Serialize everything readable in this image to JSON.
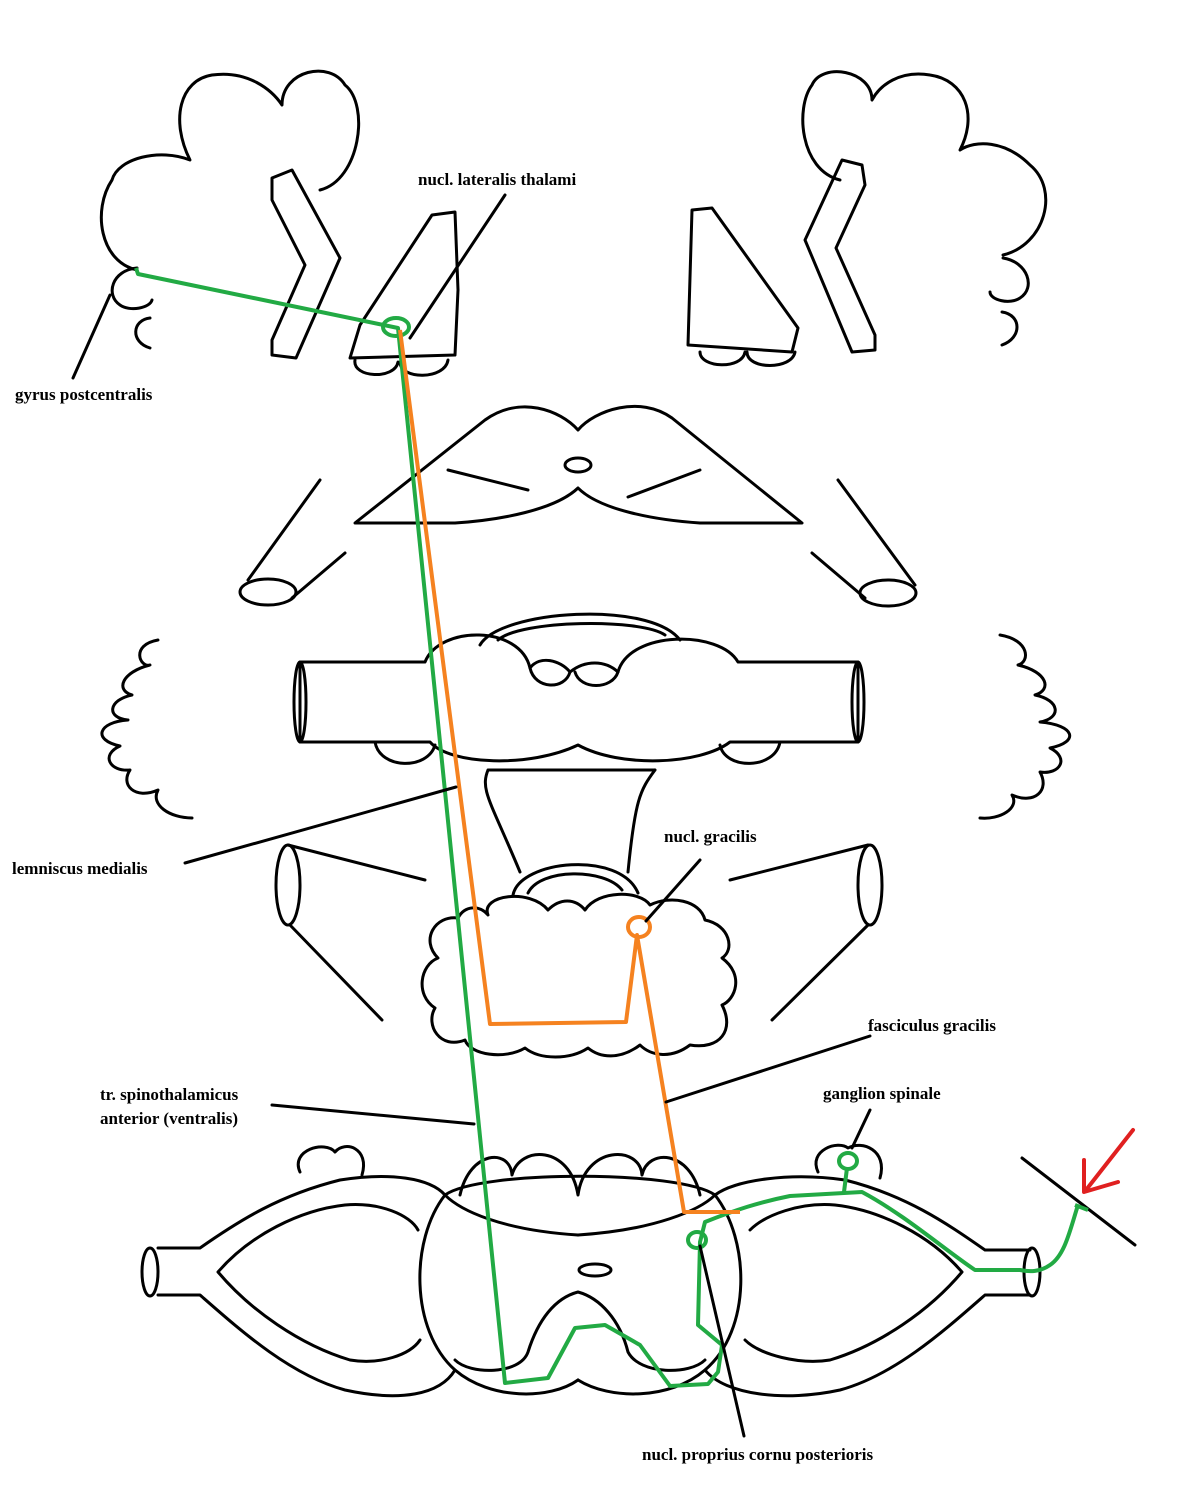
{
  "labels": {
    "nucl_lateralis_thalami": "nucl. lateralis thalami",
    "gyrus_postcentralis": "gyrus postcentralis",
    "lemniscus_medialis": "lemniscus medialis",
    "nucl_gracilis": "nucl. gracilis",
    "fasciculus_gracilis": "fasciculus gracilis",
    "tr_spinothalamicus_line1": "tr. spinothalamicus",
    "tr_spinothalamicus_line2": "anterior (ventralis)",
    "ganglion_spinale": "ganglion spinale",
    "nucl_proprius": "nucl. proprius cornu posterioris"
  },
  "colors": {
    "spinothalamic_pathway": "#22aa44",
    "lemniscal_pathway": "#f58220",
    "stimulus_arrow": "#e02020",
    "outline": "#000000"
  }
}
